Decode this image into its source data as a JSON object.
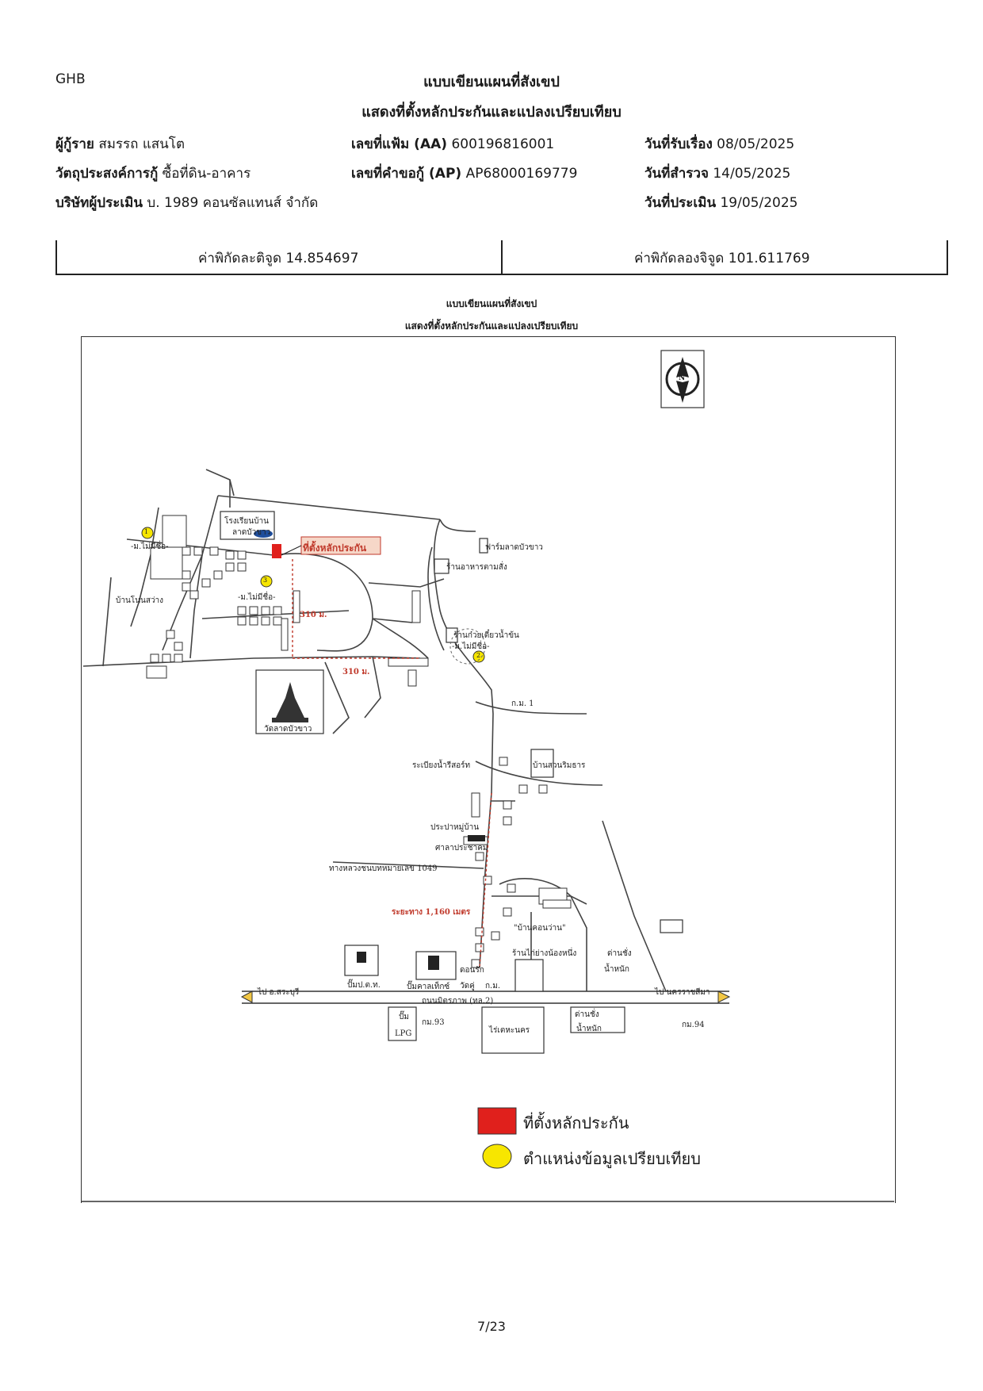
{
  "header": {
    "logo": "GHB",
    "title_1": "แบบเขียนแผนที่สังเขป",
    "title_2": "แสดงที่ตั้งหลักประกันและแปลงเปรียบเทียบ"
  },
  "info": {
    "borrower_label": "ผู้กู้ราย",
    "borrower_value": "สมรรถ แสนโต",
    "purpose_label": "วัตถุประสงค์การกู้",
    "purpose_value": "ซื้อที่ดิน-อาคาร",
    "appraiser_label": "บริษัทผู้ประเมิน",
    "appraiser_value": "บ. 1989 คอนซัลแทนส์ จำกัด",
    "file_no_label": "เลขที่แฟ้ม (AA)",
    "file_no_value": "600196816001",
    "request_no_label": "เลขที่คำขอกู้ (AP)",
    "request_no_value": "AP68000169779",
    "received_label": "วันที่รับเรื่อง",
    "received_value": "08/05/2025",
    "survey_label": "วันที่สำรวจ",
    "survey_value": "14/05/2025",
    "appraisal_label": "วันที่ประเมิน",
    "appraisal_value": "19/05/2025"
  },
  "coords": {
    "lat_label": "ค่าพิกัดละติจูด",
    "lat_value": "14.854697",
    "lng_label": "ค่าพิกัดลองจิจูด",
    "lng_value": "101.611769"
  },
  "map": {
    "title_1": "แบบเขียนแผนที่สังเขป",
    "title_2": "แสดงที่ตั้งหลักประกันและแปลงเปรียบเทียบ",
    "north": "N",
    "labels": {
      "school": "โรงเรียนบ้าน",
      "school_2": "ลาดบัวขาว",
      "collateral": "ที่ตั้งหลักประกัน",
      "village_a": "-ม.ไม่มีชื่อ-",
      "village_b": "-ม.ไม่มีชื่อ-",
      "village_c": "-ม.ไม่มีชื่อ-",
      "ban_nonsawang": "บ้านโนนสว่าง",
      "dist_1": "310 ม.",
      "dist_2": "310 ม.",
      "temple": "วัดลาดบัวขาว",
      "farm": "ฟาร์มลาดบัวขาว",
      "restaurant": "ร้านอาหารตามสั่ง",
      "noodle": "ร้านก๋วยเตี๋ยวน้ำข้น",
      "km1": "ก.ม. 1",
      "resort": "ระเบียงน้ำรีสอร์ท",
      "ban_suan": "บ้านสวนริมธาร",
      "water": "ประปาหมู่บ้าน",
      "sala": "ศาลาประชาคม",
      "highway": "ทางหลวงชนบทหมายเลข 1049",
      "distance_total": "ระยะทาง 1,160 เมตร",
      "ban_khon": "\"บ้านคอนว่าน\"",
      "shop": "ร้านไก่ย่างน้องหนึ่ง",
      "weigh": "ด่านชั่ง",
      "weigh_2": "น้ำหนัก",
      "ptt": "ปั๊มป.ต.ท.",
      "caltex": "ปั๊มคาลเท็กซ์",
      "wat_short": "วัดคู่",
      "wat_short_2": "ดอนรัก",
      "km_short": "ก.ม.",
      "to_saraburi": "ไป อ.สระบุรี",
      "road": "ถนนมิตรภาพ (ทล.2)",
      "to_korat": "ไป นครราชสีมา",
      "pump": "ปั๊ม",
      "lpg": "LPG",
      "km93": "กม.93",
      "rai": "ไร่เตหะนคร",
      "weigh_b": "ด่านชั่ง",
      "weigh_b_2": "น้ำหนัก",
      "km94": "กม.94",
      "mark_1": "1",
      "mark_2": "2",
      "mark_3": "3"
    }
  },
  "legend": {
    "collateral": "ที่ตั้งหลักประกัน",
    "comparison": "ตำแหน่งข้อมูลเปรียบเทียบ",
    "red": "#e0201c",
    "yellow": "#f7e600"
  },
  "page_number": "7/23"
}
